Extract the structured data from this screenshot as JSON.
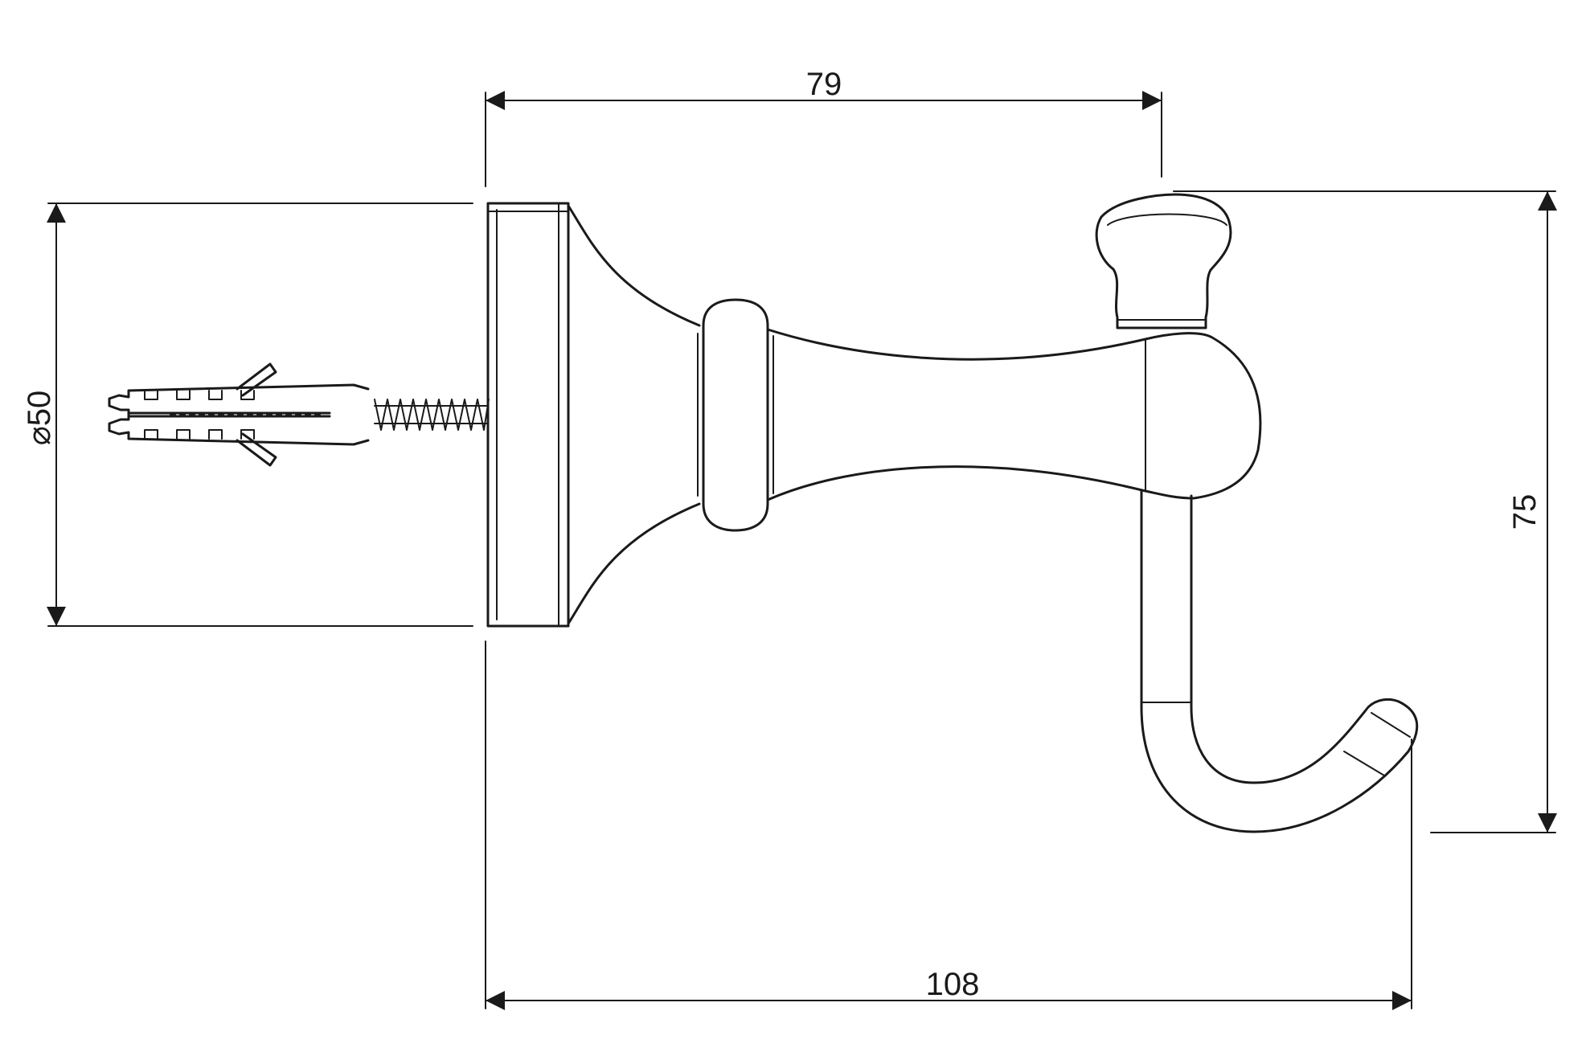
{
  "dimensions": {
    "width_top": "79",
    "width_bottom": "108",
    "height_right": "75",
    "diameter_left": "⌀50"
  }
}
